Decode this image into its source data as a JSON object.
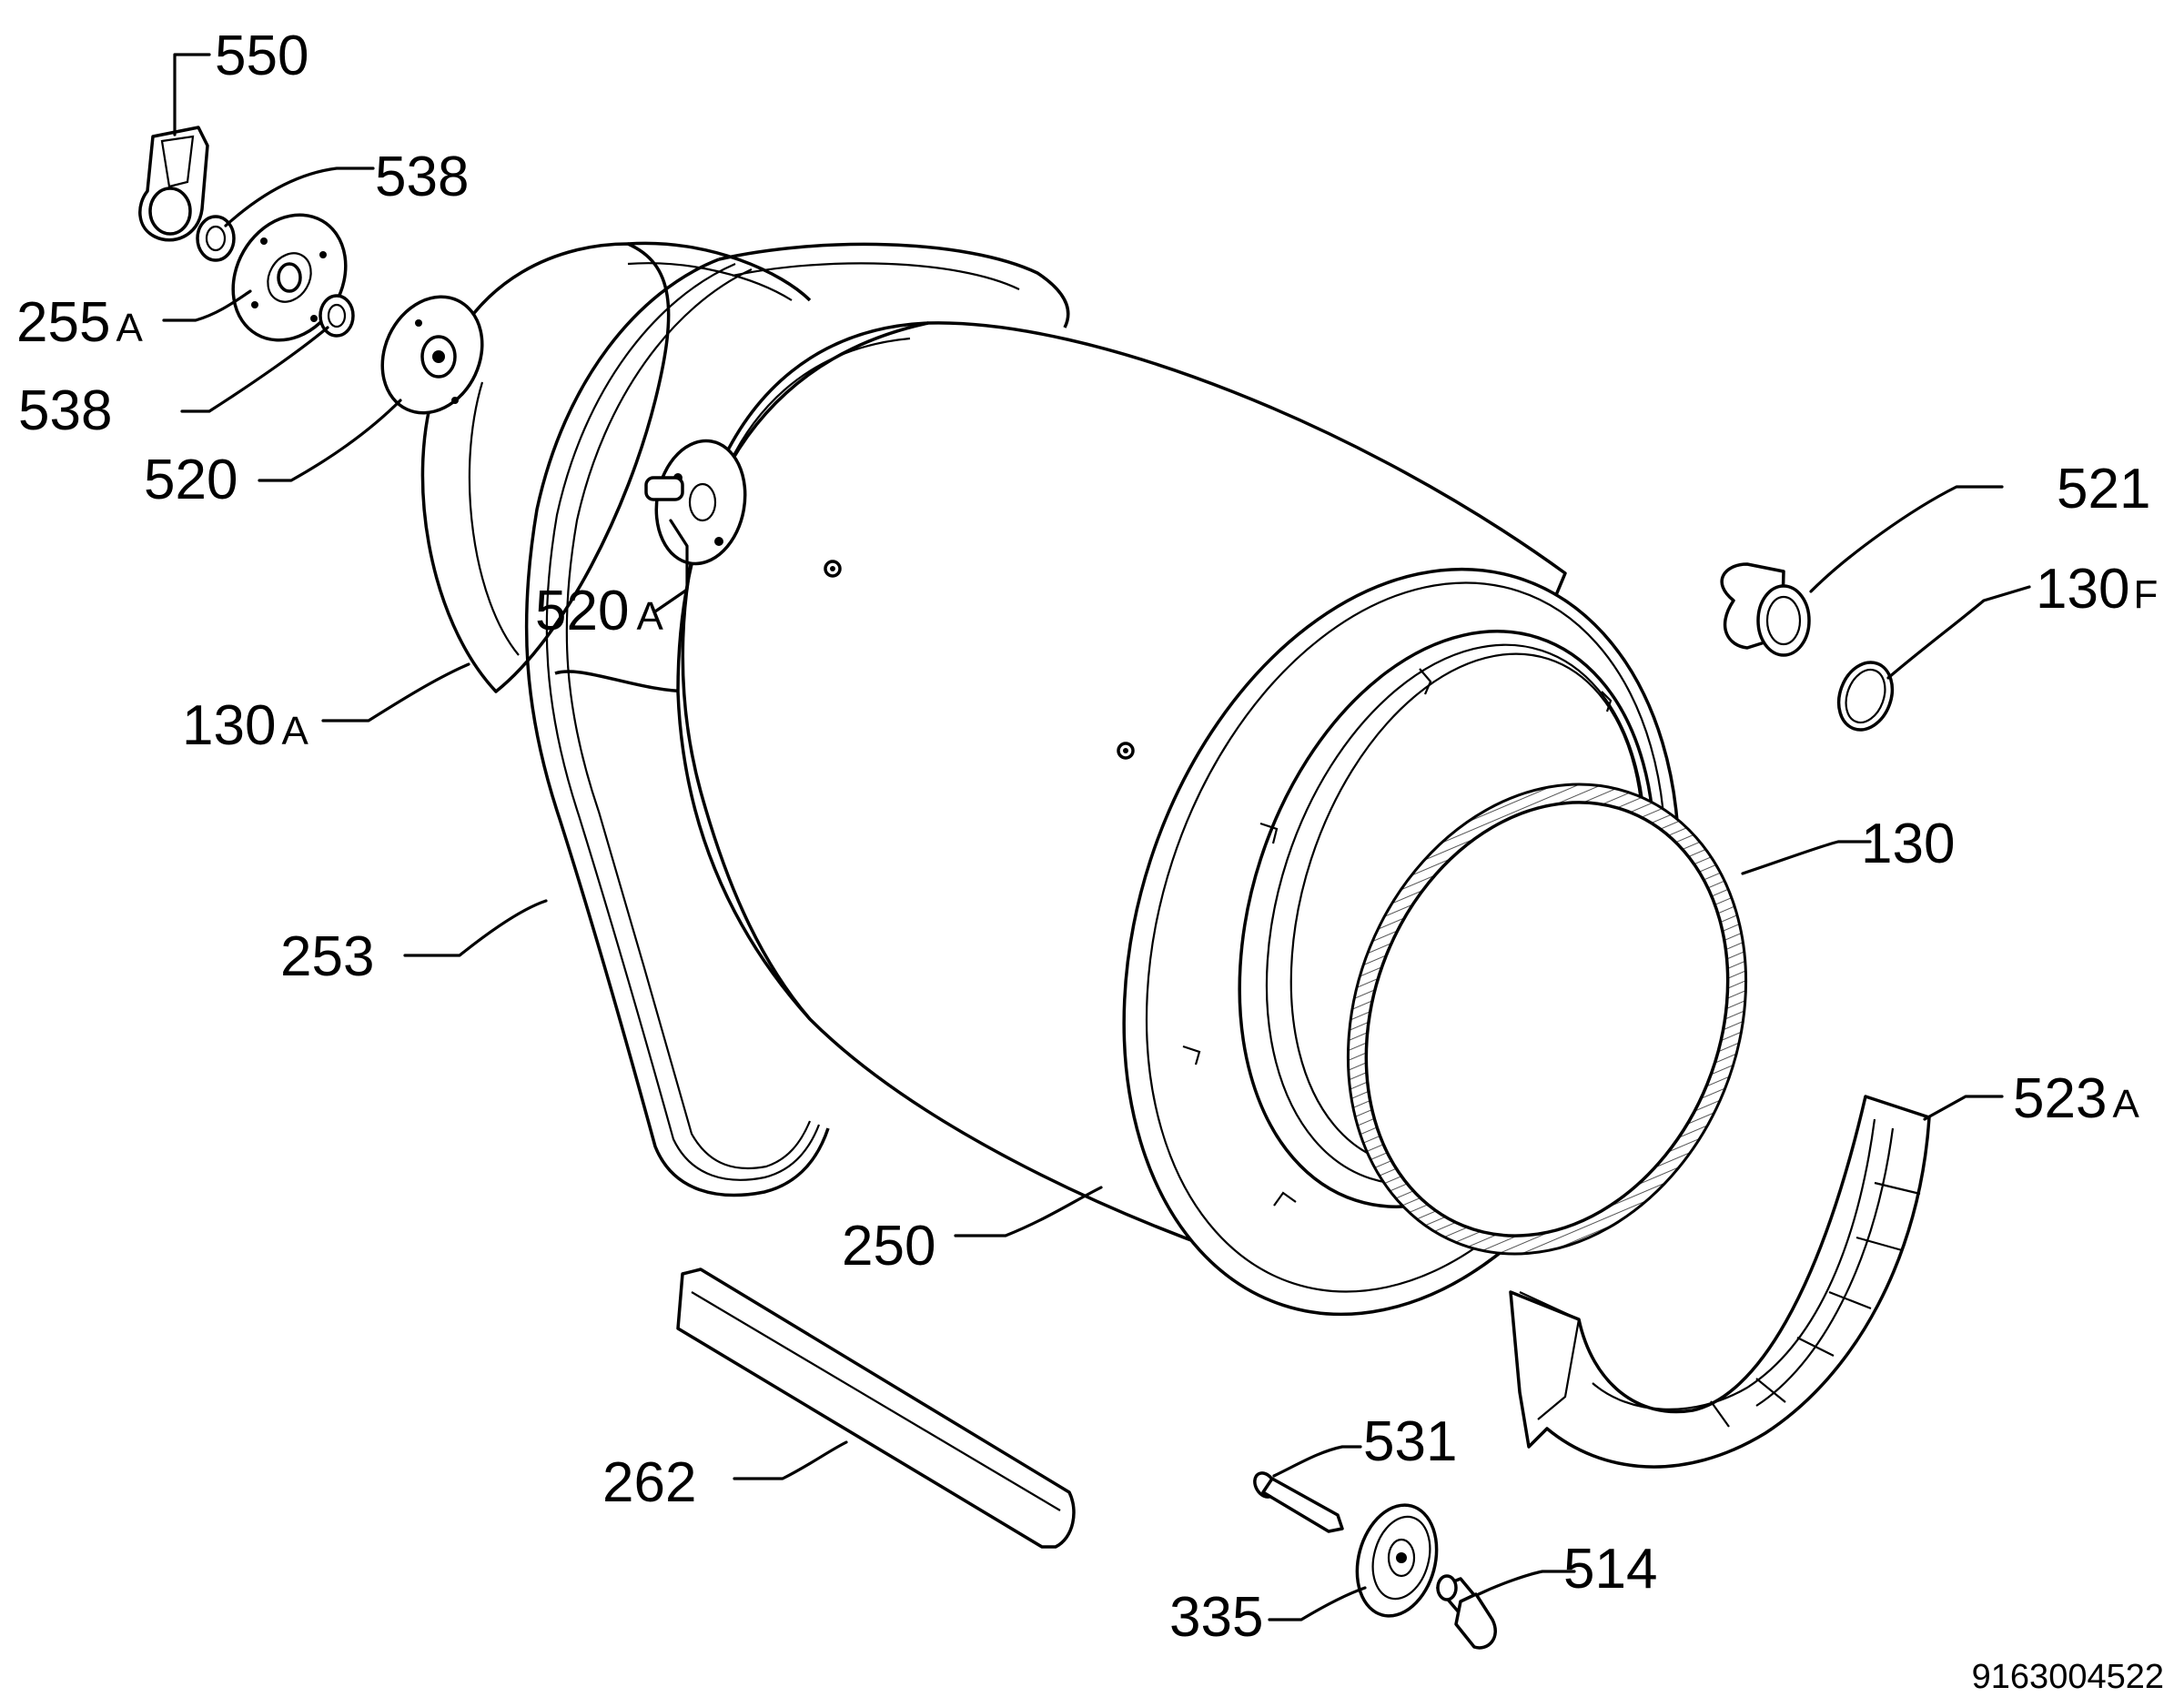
{
  "document_number": "9163004522",
  "labels": {
    "p550": {
      "num": "550",
      "suffix": ""
    },
    "p538a": {
      "num": "538",
      "suffix": ""
    },
    "p255a": {
      "num": "255",
      "suffix": "A"
    },
    "p538b": {
      "num": "538",
      "suffix": ""
    },
    "p520": {
      "num": "520",
      "suffix": ""
    },
    "p520a": {
      "num": "520",
      "suffix": "A"
    },
    "p130a": {
      "num": "130",
      "suffix": "A"
    },
    "p253": {
      "num": "253",
      "suffix": ""
    },
    "p250": {
      "num": "250",
      "suffix": ""
    },
    "p262": {
      "num": "262",
      "suffix": ""
    },
    "p521": {
      "num": "521",
      "suffix": ""
    },
    "p130f": {
      "num": "130",
      "suffix": "F"
    },
    "p130": {
      "num": "130",
      "suffix": ""
    },
    "p523a": {
      "num": "523",
      "suffix": "A"
    },
    "p531": {
      "num": "531",
      "suffix": ""
    },
    "p514": {
      "num": "514",
      "suffix": ""
    },
    "p335": {
      "num": "335",
      "suffix": ""
    }
  }
}
